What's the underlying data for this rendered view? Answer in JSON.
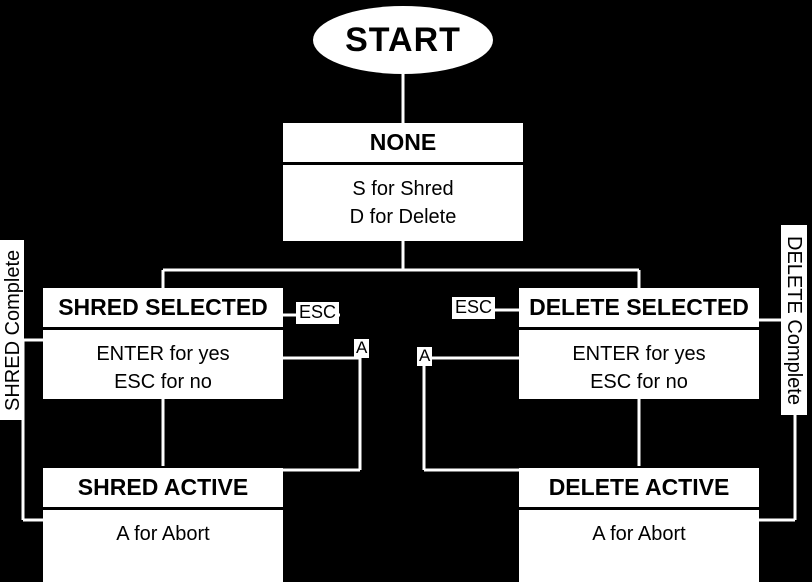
{
  "diagram": {
    "type": "state-machine",
    "start": {
      "label": "START"
    },
    "states": [
      {
        "id": "none",
        "title": "NONE",
        "lines": [
          "S for Shred",
          "D for Delete"
        ]
      },
      {
        "id": "shred-selected",
        "title": "SHRED SELECTED",
        "lines": [
          "ENTER for yes",
          "ESC for no"
        ]
      },
      {
        "id": "delete-selected",
        "title": "DELETE SELECTED",
        "lines": [
          "ENTER for yes",
          "ESC for no"
        ]
      },
      {
        "id": "shred-active",
        "title": "SHRED ACTIVE",
        "lines": [
          "A for Abort"
        ]
      },
      {
        "id": "delete-active",
        "title": "DELETE ACTIVE",
        "lines": [
          "A for Abort"
        ]
      }
    ],
    "edge_labels": {
      "esc_left": "ESC",
      "esc_right": "ESC",
      "abort_left": "A",
      "abort_right": "A"
    },
    "side_labels": {
      "shred_complete": "SHRED Complete",
      "delete_complete": "DELETE Complete"
    },
    "colors": {
      "background": "#000000",
      "node_fill": "#ffffff",
      "stroke": "#000000"
    }
  }
}
